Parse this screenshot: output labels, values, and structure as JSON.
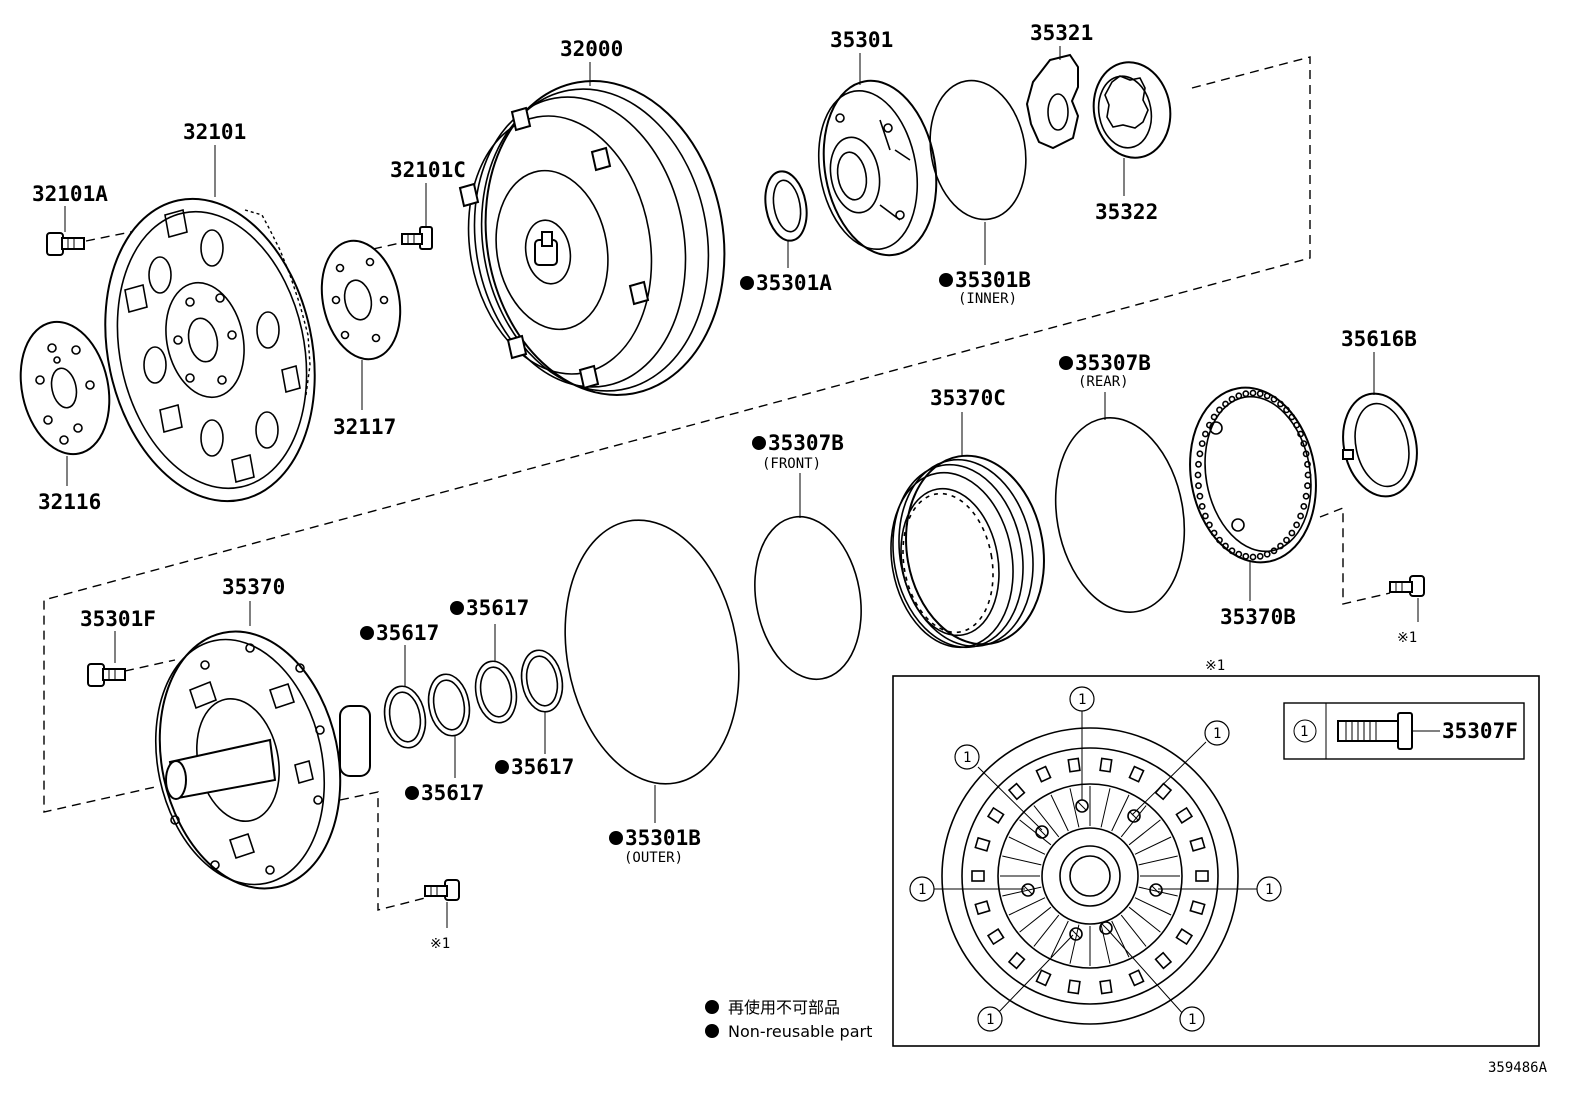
{
  "labels": {
    "p32101A": "32101A",
    "p32101": "32101",
    "p32116": "32116",
    "p32101C": "32101C",
    "p32117": "32117",
    "p32000": "32000",
    "p35301": "35301",
    "p35301A": "35301A",
    "p35301B_inner": "35301B",
    "inner": "(INNER)",
    "p35321": "35321",
    "p35322": "35322",
    "p35616B": "35616B",
    "p35307B_rear": "35307B",
    "rear": "(REAR)",
    "p35370C": "35370C",
    "p35307B_front": "35307B",
    "front": "(FRONT)",
    "p35370B": "35370B",
    "p35370": "35370",
    "p35301F": "35301F",
    "p35617_a": "35617",
    "p35617_b": "35617",
    "p35617_c": "35617",
    "p35617_d": "35617",
    "p35301B_outer": "35301B",
    "outer": "(OUTER)",
    "ref1_a": "※1",
    "ref1_b": "※1",
    "ref1_c": "※1",
    "p35307F": "35307F",
    "circle1": "1",
    "diagram_id": "359486A"
  },
  "legend": {
    "jp": "再使用不可部品",
    "en": "Non-reusable part"
  }
}
